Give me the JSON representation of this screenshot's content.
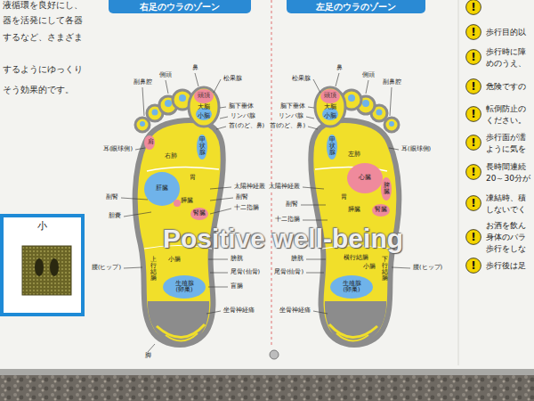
{
  "diagram": {
    "nodes": [
      {
        "text": [
          "右足のウラのゾーン"
        ]
      },
      {
        "text": [
          "左足のウラのゾーン"
        ]
      },
      {
        "text": [
          "小"
        ]
      },
      {
        "text": [
          "!"
        ]
      },
      {
        "text": [
          "!"
        ]
      },
      {
        "text": [
          "!"
        ]
      },
      {
        "text": [
          "!"
        ]
      },
      {
        "text": [
          "!"
        ]
      },
      {
        "text": [
          "!"
        ]
      },
      {
        "text": [
          "!"
        ]
      },
      {
        "text": [
          "!"
        ]
      },
      {
        "text": [
          "!"
        ]
      },
      {
        "text": [
          "!"
        ]
      }
    ],
    "labels": [
      "液循環を良好にし、",
      "器を活発にして各器",
      "するなど、さまざま",
      "するようにゆっくり",
      "そう効果的です。",
      "副鼻腔",
      "側頭",
      "鼻",
      "松果腺",
      "脳下垂体",
      "リンパ腺",
      "首(のど、鼻)",
      "耳(眼球側)",
      "太陽神経叢",
      "副腎",
      "十二指腸",
      "副腎",
      "胆嚢",
      "腰(ヒップ)",
      "膀胱",
      "尾骨(仙骨)",
      "盲腸",
      "坐骨神経痛",
      "脚",
      "頭頂",
      "大脳",
      "小脳",
      "甲状腺",
      "右肺",
      "肩",
      "肝臓",
      "胃",
      "膵臓",
      "腎臓",
      "上行結腸",
      "小腸",
      "生殖腺(卵巣)",
      "副鼻腔",
      "側頭",
      "鼻",
      "松果腺",
      "脳下垂体",
      "リンパ腺",
      "首(のど、鼻)",
      "耳(眼球側)",
      "太陽神経叢",
      "副腎",
      "十二指腸",
      "膀胱",
      "尾骨(仙骨)",
      "坐骨神経痛",
      "腰(ヒップ)",
      "頭頂",
      "大脳",
      "小脳",
      "甲状腺",
      "左肺",
      "心臓",
      "胃",
      "脾臓",
      "膵臓",
      "腎臓",
      "横行結腸",
      "下行結腸",
      "小腸",
      "生殖腺(卵巣)",
      "歩行目的以",
      "歩行時に障",
      "めのうえ、",
      "危険ですの",
      "転倒防止の",
      "ください。",
      "歩行面が濡",
      "ように気を",
      "長時間連続",
      "20～30分が",
      "凍結時、積",
      "しないでく",
      "お酒を飲ん",
      "身体のバラ",
      "歩行をしな",
      "歩行後は足",
      "Positive well-being"
    ]
  }
}
